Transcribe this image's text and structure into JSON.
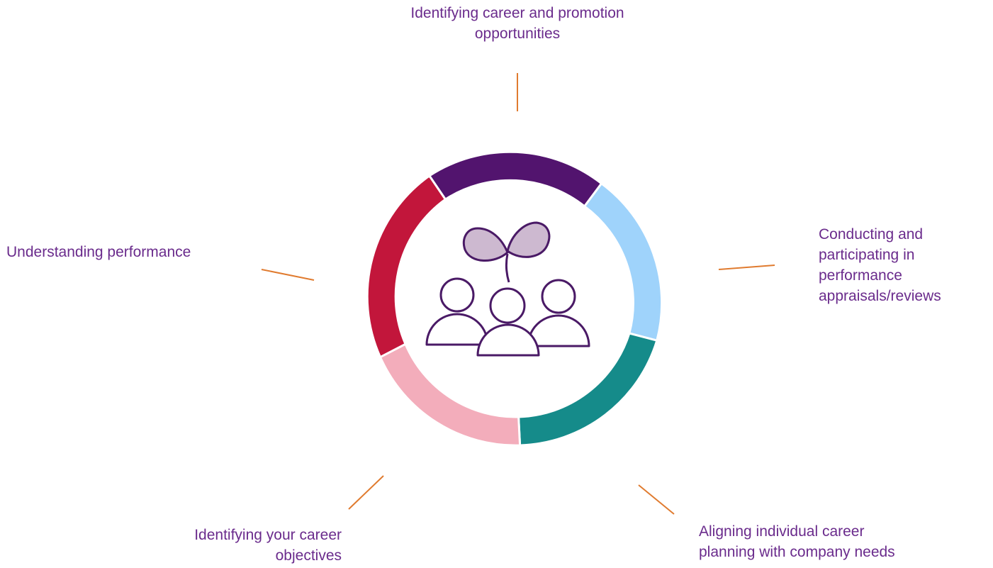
{
  "labels": {
    "top": "Identifying career and promotion\nopportunities",
    "right": "Conducting and\nparticipating in\nperformance\nappraisals/reviews",
    "bottom_right": "Aligning individual career\nplanning with company needs",
    "bottom_left": "Identifying your career\nobjectives",
    "left": "Understanding performance"
  },
  "ring": {
    "segments": [
      {
        "name": "identifying-career-promotion",
        "color": "#52146e"
      },
      {
        "name": "performance-appraisals",
        "color": "#9fd3fb"
      },
      {
        "name": "aligning-career-planning",
        "color": "#158b8a"
      },
      {
        "name": "career-objectives",
        "color": "#f3adbb"
      },
      {
        "name": "understanding-performance",
        "color": "#c2163b"
      }
    ]
  },
  "colors": {
    "text": "#6a2b8c",
    "connector": "#e07b2f",
    "icon_stroke": "#4a1a66",
    "leaf_fill": "#cdb9d0"
  },
  "icon": "team-growth-icon"
}
